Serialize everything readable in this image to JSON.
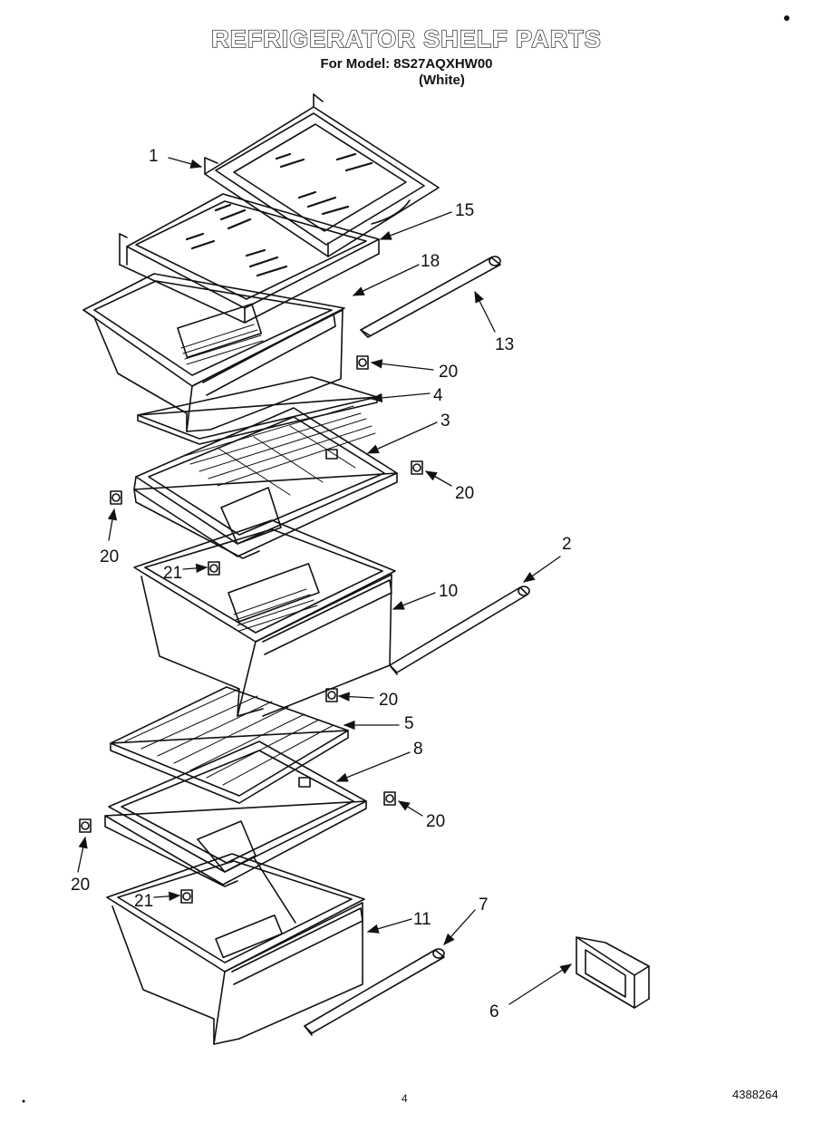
{
  "title": "REFRIGERATOR SHELF PARTS",
  "subtitle": "For Model: 8S27AQXHW00",
  "subtitle2": "(White)",
  "page_number": "4",
  "document_number": "4388264",
  "callouts": [
    "1",
    "15",
    "18",
    "13",
    "20",
    "4",
    "3",
    "20",
    "20",
    "21",
    "2",
    "10",
    "20",
    "5",
    "8",
    "20",
    "20",
    "21",
    "11",
    "7",
    "6"
  ]
}
